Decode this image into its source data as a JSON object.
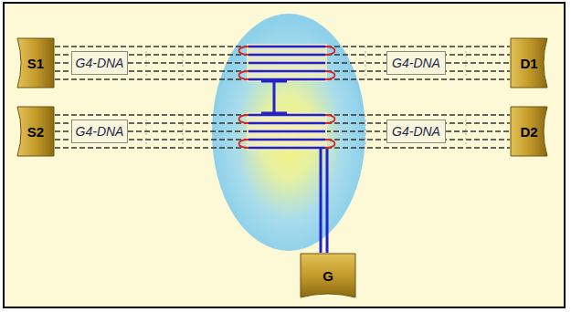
{
  "diagram": {
    "nodes": [
      {
        "text": [
          "S1"
        ]
      },
      {
        "text": [
          "G4-DNA"
        ]
      },
      {
        "text": [
          "G4-DNA"
        ]
      },
      {
        "text": [
          "D1"
        ]
      },
      {
        "text": [
          "S2"
        ]
      },
      {
        "text": [
          "G4-DNA"
        ]
      },
      {
        "text": [
          "G4-DNA"
        ]
      },
      {
        "text": [
          "D2"
        ]
      },
      {
        "text": [
          "G"
        ]
      }
    ],
    "edges": [
      {
        "from": 0,
        "to": 1,
        "arrow": "none"
      },
      {
        "from": 1,
        "to": 2,
        "arrow": "none"
      },
      {
        "from": 2,
        "to": 3,
        "arrow": "none"
      },
      {
        "from": 4,
        "to": 5,
        "arrow": "none"
      },
      {
        "from": 5,
        "to": 6,
        "arrow": "none"
      },
      {
        "from": 6,
        "to": 7,
        "arrow": "none"
      }
    ]
  }
}
